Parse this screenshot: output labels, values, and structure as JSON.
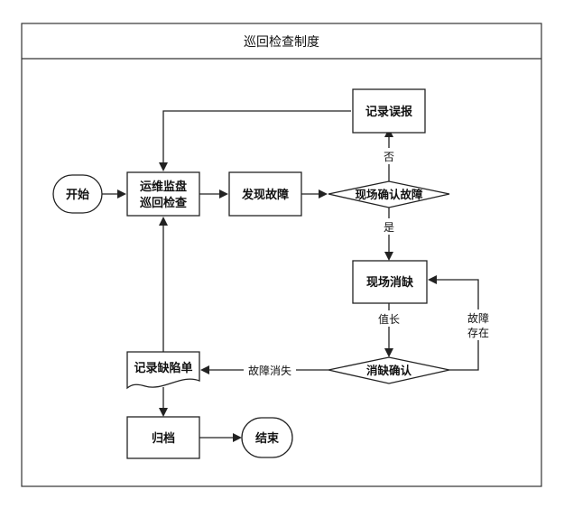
{
  "title": "巡回检查制度",
  "nodes": {
    "start": "开始",
    "inspect_line1": "运维监盘",
    "inspect_line2": "巡回检查",
    "find_fault": "发现故障",
    "confirm_fault": "现场确认故障",
    "record_error": "记录误报",
    "eliminate": "现场消缺",
    "confirm_elim": "消缺确认",
    "record_defect": "记录缺陷单",
    "archive": "归档",
    "end": "结束"
  },
  "edges": {
    "no": "否",
    "yes": "是",
    "duty_chief": "值长",
    "fault_exists_line1": "故障",
    "fault_exists_line2": "存在",
    "fault_eliminated": "故障消失"
  }
}
